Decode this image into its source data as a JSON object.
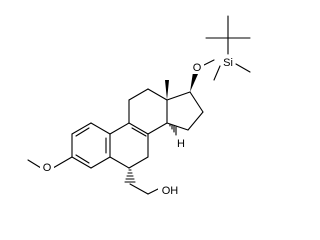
{
  "structure": {
    "labels": {
      "methoxy_o": "O",
      "silyl_ether_o": "O",
      "silicon": "Si",
      "hydroxyl": "OH",
      "h14": "H"
    },
    "colors": {
      "bond": "#000000",
      "background": "#ffffff"
    }
  }
}
